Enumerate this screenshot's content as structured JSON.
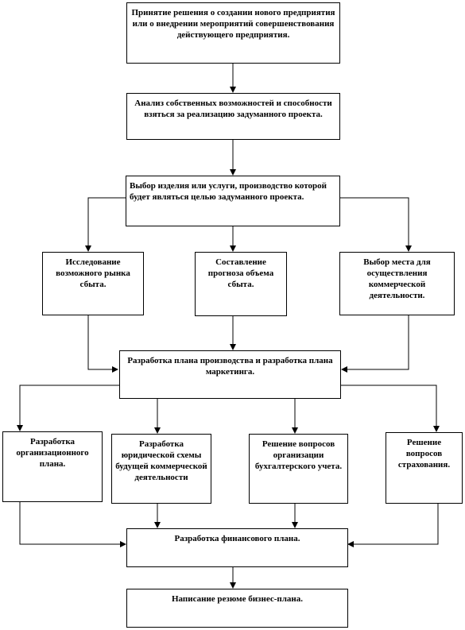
{
  "colors": {
    "line": "#000000",
    "box_border": "#000000",
    "text": "#000000",
    "background": "#ffffff"
  },
  "boxes": {
    "decision": "Принятие решения о создании нового предприятия или о внедрении мероприятий совершенствования действующего предприятия.",
    "analysis": "Анализ собственных возможностей и способности взяться за реализацию задуманного проекта.",
    "product_choice": "Выбор изделия или услуги, производство которой будет являться целью задуманного проекта.",
    "market_research": "Исследование возможного рынка сбыта.",
    "sales_forecast": "Составление прогноза объема сбыта.",
    "location_choice": "Выбор места для осуществления коммерческой деятельности.",
    "production_marketing": "Разработка плана производства и разработка плана маркетинга.",
    "org_plan": "Разработка организационного плана.",
    "legal_scheme": "Разработка юридической схемы будущей коммерческой деятельности",
    "accounting": "Решение вопросов организации бухгалтерского учета.",
    "insurance": "Решение вопросов страхования.",
    "financial_plan": "Разработка финансового плана.",
    "resume": "Написание резюме бизнес-плана."
  }
}
